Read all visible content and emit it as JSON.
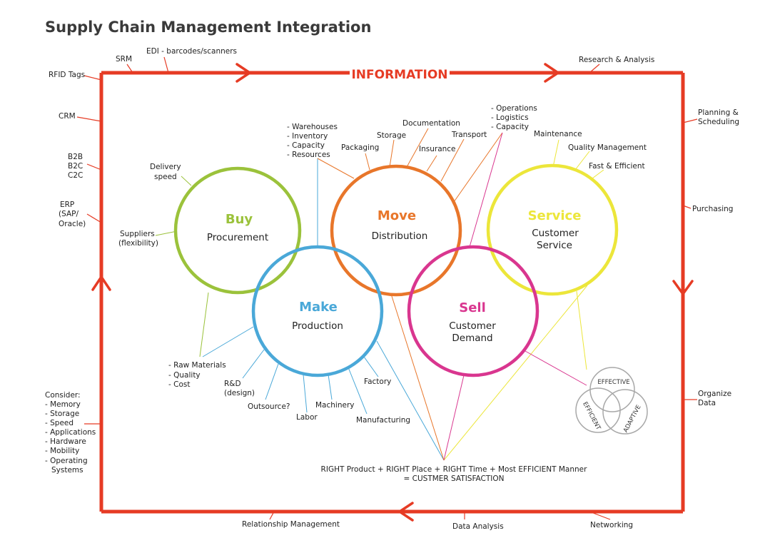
{
  "title": "Supply Chain Management Integration",
  "information_label": "INFORMATION",
  "colors": {
    "frame": "#e63b24",
    "buy": "#9bc23b",
    "move": "#e8762a",
    "service": "#ece63a",
    "make": "#4aa8d8",
    "sell": "#d9368f",
    "venn": "#a8a8a8"
  },
  "circles": {
    "buy": {
      "name": "Buy",
      "sub": [
        "Procurement"
      ]
    },
    "move": {
      "name": "Move",
      "sub": [
        "Distribution"
      ]
    },
    "service": {
      "name": "Service",
      "sub": [
        "Customer",
        "Service"
      ]
    },
    "make": {
      "name": "Make",
      "sub": [
        "Production"
      ]
    },
    "sell": {
      "name": "Sell",
      "sub": [
        "Customer",
        "Demand"
      ]
    }
  },
  "frame_labels": {
    "srm": "SRM",
    "edi": "EDI - barcodes/scanners",
    "rfid": "RFID Tags",
    "crm": "CRM",
    "b2b": [
      "B2B",
      "B2C",
      "C2C"
    ],
    "erp": [
      "ERP",
      "(SAP/",
      "Oracle)"
    ],
    "consider": [
      "Consider:",
      "- Memory",
      "- Storage",
      "- Speed",
      "- Applications",
      "- Hardware",
      "- Mobility",
      "- Operating",
      "  Systems"
    ],
    "research": "Research & Analysis",
    "planning": [
      "Planning &",
      "Scheduling"
    ],
    "purchasing": "Purchasing",
    "organize": [
      "Organize",
      "Data"
    ],
    "relationship": "Relationship Management",
    "data_analysis": "Data Analysis",
    "networking": "Networking"
  },
  "inner_labels": {
    "delivery": [
      "Delivery",
      "speed"
    ],
    "suppliers": [
      "Suppliers",
      "(flexibility)"
    ],
    "warehouses": [
      "- Warehouses",
      "- Inventory",
      "- Capacity",
      "- Resources"
    ],
    "packaging": "Packaging",
    "storage": "Storage",
    "documentation": "Documentation",
    "insurance": "Insurance",
    "transport": "Transport",
    "operations": [
      "- Operations",
      "- Logistics",
      "- Capacity"
    ],
    "maintenance": "Maintenance",
    "quality_mgmt": "Quality Management",
    "fast": "Fast & Efficient",
    "raw": [
      "- Raw Materials",
      "- Quality",
      "- Cost"
    ],
    "rd": [
      "R&D",
      "(design)"
    ],
    "outsource": "Outsource?",
    "labor": "Labor",
    "machinery": "Machinery",
    "factory": "Factory",
    "manufacturing": "Manufacturing",
    "right1": "RIGHT Product + RIGHT Place + RIGHT Time + Most EFFICIENT Manner",
    "right2": "= CUSTMER SATISFACTION"
  },
  "venn": {
    "effective": "EFFECTIVE",
    "efficient": "EFFICIENT",
    "adaptive": "ADAPTIVE"
  }
}
